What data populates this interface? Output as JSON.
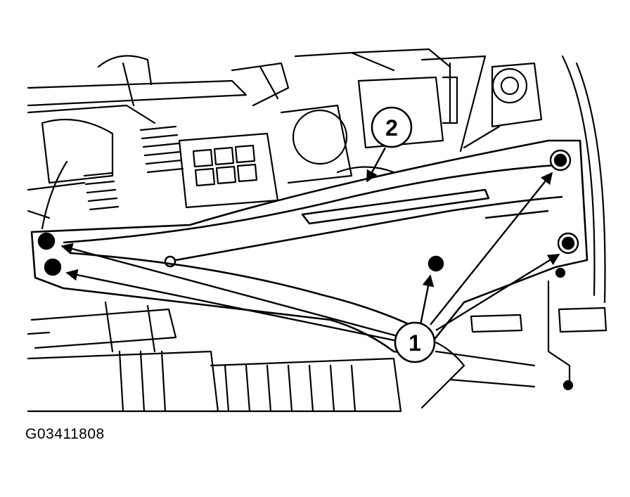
{
  "figure": {
    "caption": "G03411808",
    "callouts": [
      {
        "id": "callout-1",
        "label": "1"
      },
      {
        "id": "callout-2",
        "label": "2"
      }
    ],
    "colors": {
      "ink": "#000000",
      "paper": "#ffffff"
    }
  }
}
